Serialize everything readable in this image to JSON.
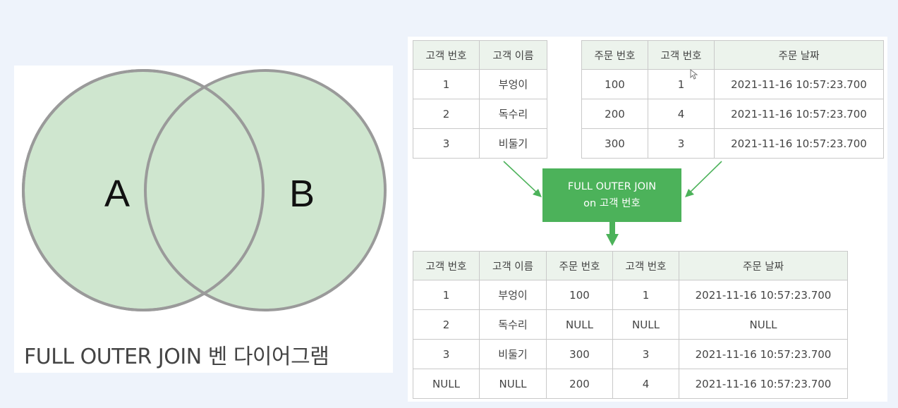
{
  "venn": {
    "label_a": "A",
    "label_b": "B",
    "caption": "FULL OUTER JOIN 벤 다이어그램",
    "fill_color": "#cfe6cf",
    "stroke_color": "#9a9a9a"
  },
  "customers_table": {
    "headers": [
      "고객 번호",
      "고객 이름"
    ],
    "rows": [
      [
        "1",
        "부엉이"
      ],
      [
        "2",
        "독수리"
      ],
      [
        "3",
        "비둘기"
      ]
    ]
  },
  "orders_table": {
    "headers": [
      "주문 번호",
      "고객 번호",
      "주문 날짜"
    ],
    "rows": [
      [
        "100",
        "1",
        "2021-11-16 10:57:23.700"
      ],
      [
        "200",
        "4",
        "2021-11-16 10:57:23.700"
      ],
      [
        "300",
        "3",
        "2021-11-16 10:57:23.700"
      ]
    ]
  },
  "join_box": {
    "line1": "FULL OUTER JOIN",
    "line2": "on 고객 번호",
    "color": "#4cb25a"
  },
  "result_table": {
    "headers": [
      "고객 번호",
      "고객 이름",
      "주문 번호",
      "고객 번호",
      "주문 날짜"
    ],
    "rows": [
      [
        "1",
        "부엉이",
        "100",
        "1",
        "2021-11-16 10:57:23.700"
      ],
      [
        "2",
        "독수리",
        "NULL",
        "NULL",
        "NULL"
      ],
      [
        "3",
        "비둘기",
        "300",
        "3",
        "2021-11-16 10:57:23.700"
      ],
      [
        "NULL",
        "NULL",
        "200",
        "4",
        "2021-11-16 10:57:23.700"
      ]
    ]
  }
}
